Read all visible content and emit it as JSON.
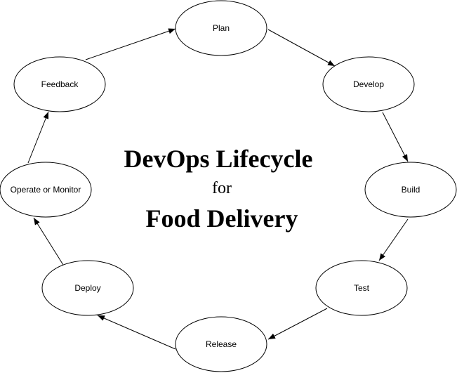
{
  "title": {
    "line1": "DevOps Lifecycle",
    "line2": "for",
    "line3": "Food Delivery"
  },
  "nodes": {
    "plan": "Plan",
    "develop": "Develop",
    "build": "Build",
    "test": "Test",
    "release": "Release",
    "deploy": "Deploy",
    "operate": "Operate or Monitor",
    "feedback": "Feedback"
  },
  "colors": {
    "stroke": "#000000",
    "fill": "#ffffff",
    "text": "#000000"
  }
}
